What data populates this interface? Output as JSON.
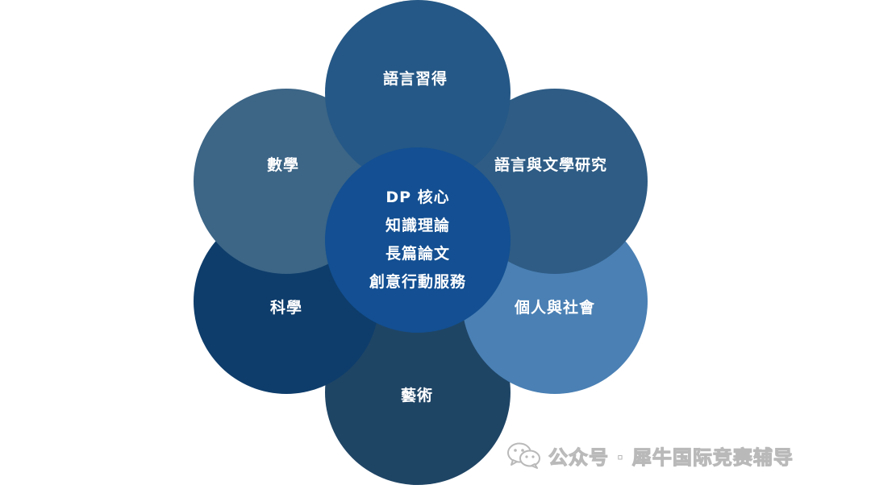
{
  "diagram": {
    "petals": [
      {
        "label": "語言習得",
        "color": "#255886"
      },
      {
        "label": "語言與文學研究",
        "color": "#2e5c85"
      },
      {
        "label": "個人與社會",
        "color": "#4a80b4"
      },
      {
        "label": "藝術",
        "color": "#1f4565"
      },
      {
        "label": "科學",
        "color": "#0e3d6b"
      },
      {
        "label": "數學",
        "color": "#3c6586"
      }
    ],
    "core": {
      "color": "#134f92",
      "lines": [
        "DP 核心",
        "知識理論",
        "長篇論文",
        "創意行動服務"
      ]
    }
  },
  "watermark": {
    "icon": "wechat-icon",
    "text": "公众号 · 犀牛国际竞赛辅导"
  }
}
